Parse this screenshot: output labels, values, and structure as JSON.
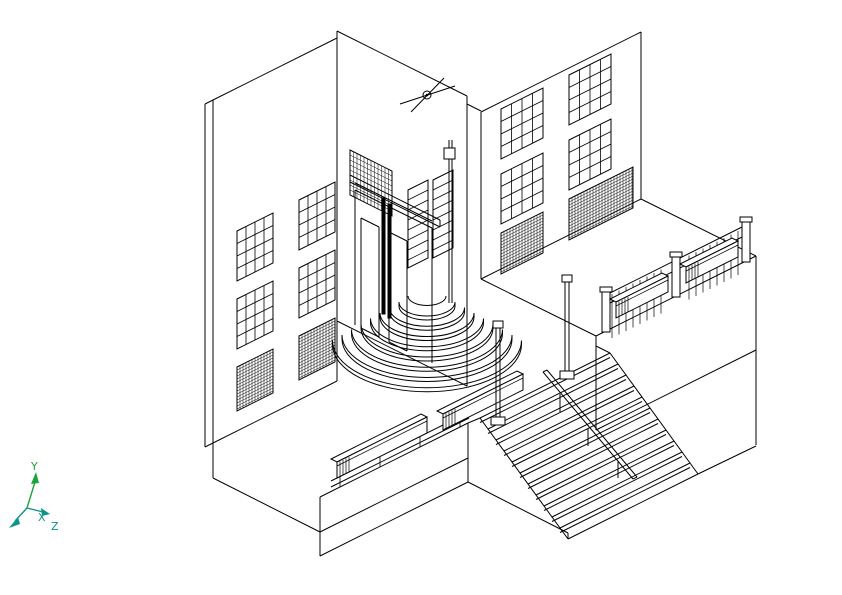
{
  "canvas": {
    "background": "#ffffff",
    "line_color": "#000000"
  },
  "ucs": {
    "labels": {
      "x": "X",
      "y": "Y",
      "z": "Z"
    },
    "colors": {
      "y": "#1ea23c",
      "x": "#0d9488",
      "z": "#0d9488"
    }
  }
}
